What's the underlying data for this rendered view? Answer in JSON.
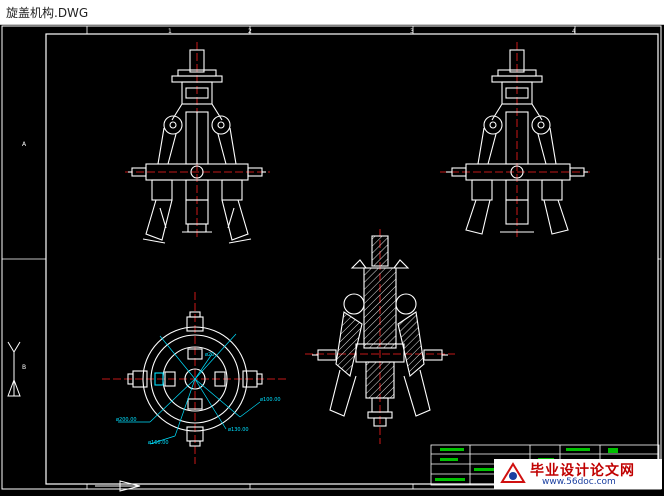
{
  "window": {
    "title": "旋盖机构.DWG"
  },
  "frame": {
    "columns": [
      "1",
      "2",
      "3",
      "4"
    ],
    "rows": [
      "A",
      "B"
    ]
  },
  "dimensions": [
    "ø20",
    "ø200.00",
    "ø160.00",
    "ø130.00",
    "ø100.00"
  ],
  "watermark": {
    "name": "毕业设计论文网",
    "url": "www.56doc.com"
  },
  "colors": {
    "background": "#000000",
    "lines": "#ffffff",
    "centerline": "#ff2020",
    "dimension": "#00e0ff",
    "title_block": "#00c000"
  }
}
